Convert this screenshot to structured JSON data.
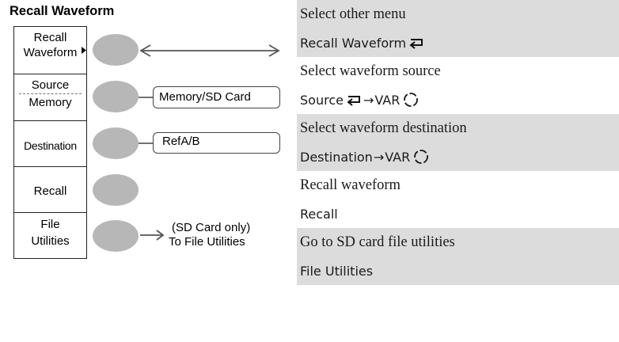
{
  "title": "Recall Waveform",
  "menu": {
    "recall_waveform": [
      "Recall",
      "Waveform"
    ],
    "source": "Source",
    "memory": "Memory",
    "destination": "Destination",
    "recall": "Recall",
    "file_utilities": [
      "File",
      "Utilities"
    ]
  },
  "callouts": {
    "memory_sd": "Memory/SD Card",
    "ref_ab": "RefA/B",
    "sd_only": "(SD Card only)",
    "to_file_utilities": "To File Utilities"
  },
  "rows": {
    "select_other_menu": "Select other menu",
    "recall_waveform_key": "Recall Waveform",
    "select_source": "Select waveform source",
    "source_key": "Source",
    "var": "VAR",
    "select_destination": "Select waveform destination",
    "destination_key": "Destination",
    "recall_waveform_desc": "Recall waveform",
    "recall_key": "Recall",
    "go_to_sd": "Go to SD card file utilities",
    "file_utilities_key": "File Utilities",
    "arrow": "→"
  },
  "icons": {
    "return": "return-arrow-icon",
    "var_knob": "var-knob-icon",
    "menu_pointer": "menu-pointer-icon"
  },
  "colors": {
    "shade": "#dcdcdc",
    "oval": "#b7b7b7",
    "line": "#444444"
  }
}
